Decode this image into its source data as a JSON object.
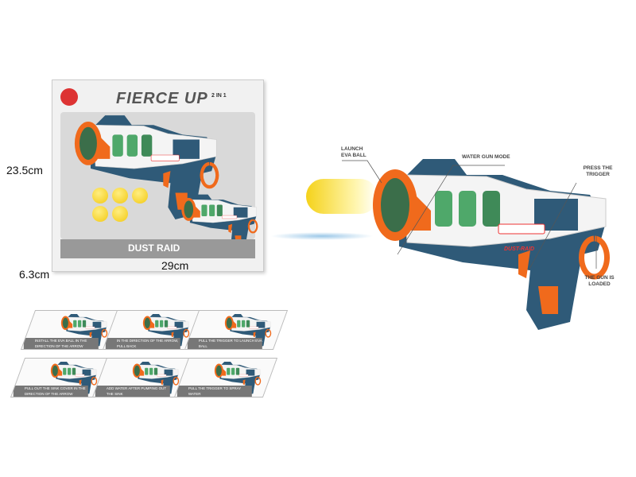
{
  "box": {
    "brand": "FIERCE UP",
    "feature": "2 IN 1",
    "product_name": "DUST RAID"
  },
  "dimensions": {
    "height": "23.5cm",
    "width": "29cm",
    "depth": "6.3cm"
  },
  "gun_logo": "DUST-RAID",
  "callouts": {
    "launch": "LAUNCH EVA BALL",
    "water": "WATER GUN MODE",
    "trigger": "PRESS THE TRIGGER",
    "loaded": "THE GUN IS LOADED"
  },
  "steps": [
    "INSTALL THE EVA BALL IN THE DIRECTION OF THE ARROW",
    "IN THE DIRECTION OF THE ARROW, PULL BACK",
    "PULL THE TRIGGER TO LAUNCH EVA BALL",
    "PULL OUT THE SINK COVER IN THE DIRECTION OF THE ARROW",
    "ADD WATER AFTER PUMPING OUT THE SINK",
    "PULL THE TRIGGER TO SPRAY WATER"
  ],
  "colors": {
    "blue": "#2f5a78",
    "orange": "#f06a1c",
    "white": "#f4f4f4",
    "green": "#4fa86a",
    "ball": "#f5d21a"
  }
}
